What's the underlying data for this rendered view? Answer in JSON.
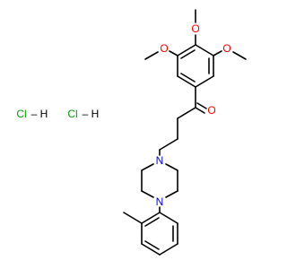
{
  "colors": {
    "background": "#ffffff",
    "bond": "#000000",
    "oxygen": "#ff0000",
    "nitrogen": "#0000ff",
    "chlorine": "#00a000",
    "hydrogen": "#000000"
  },
  "atoms": {
    "o_methoxy_left": "O",
    "o_methoxy_top": "O",
    "o_methoxy_right": "O",
    "o_carbonyl": "O",
    "n_piperazine_top": "N",
    "n_piperazine_bottom": "N"
  },
  "salts": [
    {
      "cl": "Cl",
      "dash": "–",
      "h": "H"
    },
    {
      "cl": "Cl",
      "dash": "–",
      "h": "H"
    }
  ]
}
